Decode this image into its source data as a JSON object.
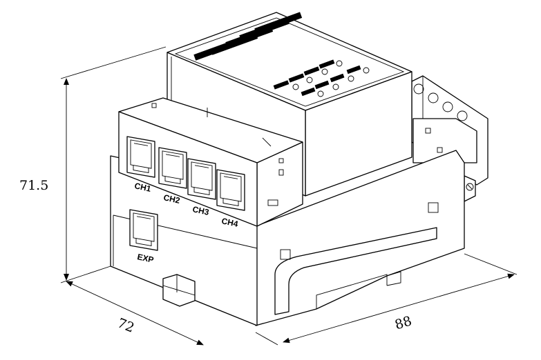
{
  "dimensions": {
    "height": "71.5",
    "depth": "72",
    "width": "88"
  },
  "ports": {
    "ch1": "CH1",
    "ch2": "CH2",
    "ch3": "CH3",
    "ch4": "CH4",
    "exp": "EXP"
  }
}
